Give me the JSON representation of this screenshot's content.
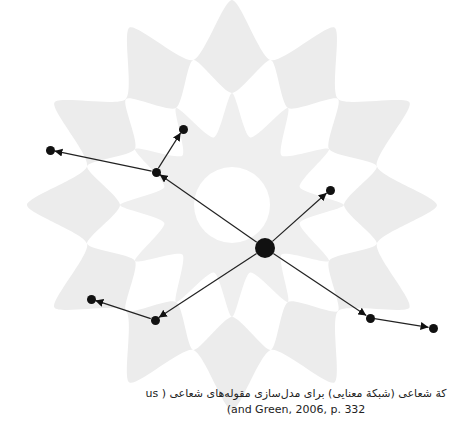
{
  "diagram": {
    "caption": "کة شعاعی (شبکة معنایی) برای مدل‌سازی مقوله‌های شعاعی ( us (and Green, 2006, p. 332",
    "nodes": [
      {
        "text": []
      },
      {
        "text": []
      },
      {
        "text": []
      },
      {
        "text": []
      },
      {
        "text": []
      },
      {
        "text": []
      },
      {
        "text": []
      },
      {
        "text": []
      },
      {
        "text": []
      }
    ],
    "edges": [
      {
        "from": 0,
        "to": 1,
        "arrow": "to"
      },
      {
        "from": 1,
        "to": 2,
        "arrow": "to"
      },
      {
        "from": 1,
        "to": 3,
        "arrow": "to"
      },
      {
        "from": 0,
        "to": 4,
        "arrow": "to"
      },
      {
        "from": 0,
        "to": 5,
        "arrow": "to"
      },
      {
        "from": 5,
        "to": 6,
        "arrow": "to"
      },
      {
        "from": 0,
        "to": 7,
        "arrow": "to"
      },
      {
        "from": 7,
        "to": 8,
        "arrow": "to"
      }
    ]
  }
}
